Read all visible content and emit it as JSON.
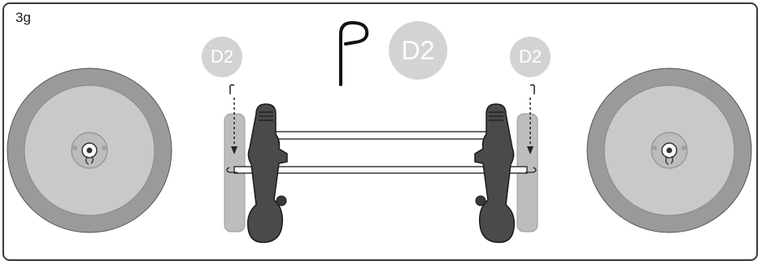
{
  "step": {
    "label": "3g"
  },
  "part_badges": {
    "left": "D2",
    "center": "D2",
    "right": "D2"
  },
  "icons": {
    "pin": "cotter-pin-icon",
    "arrow": "insert-down-arrow-icon",
    "wheel": "wheel-icon"
  },
  "colors": {
    "tyre": "#9a9a9a",
    "hub_face": "#c9c9c9",
    "badge": "#d3d3d3",
    "leg": "#4a4a4a",
    "axle": "#ffffff",
    "outline": "#2b2b2b"
  }
}
